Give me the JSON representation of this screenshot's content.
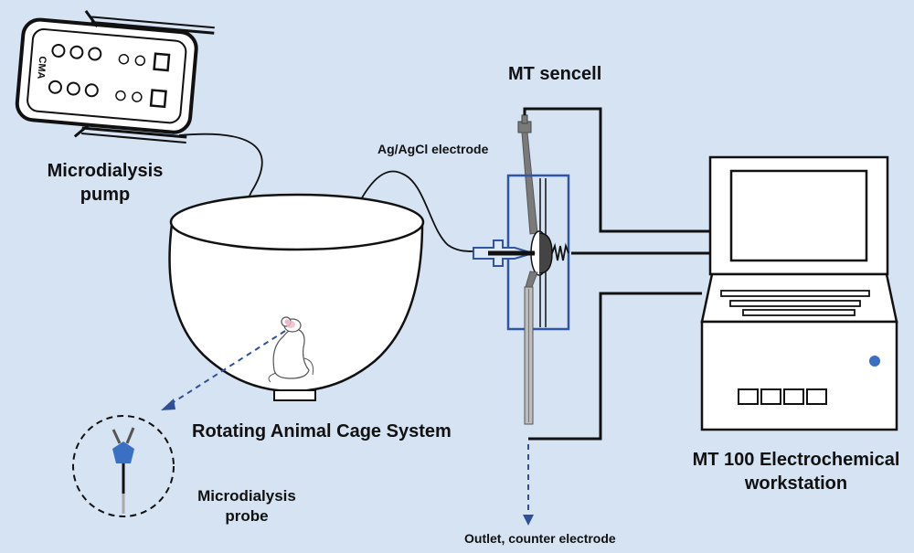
{
  "labels": {
    "pump": [
      "Microdialysis",
      "pump"
    ],
    "cage": "Rotating Animal Cage System",
    "probe": [
      "Microdialysis",
      "probe"
    ],
    "sencell": "MT sencell",
    "electrode": "Ag/AgCl electrode",
    "outlet": "Outlet, counter electrode",
    "workstation": [
      "MT 100 Electrochemical",
      "workstation"
    ],
    "pump_brand": "CMA"
  },
  "colors": {
    "background": "#d6e3f3",
    "line": "#111111",
    "accent_blue": "#2f55a4",
    "probe_blue": "#3a6fc4",
    "dashed_arrow": "#2f4f96",
    "sencell_gray": "#7a7a7a",
    "mouse_nose": "#f3b6c8"
  },
  "icons": [
    "pump-icon",
    "cage-icon",
    "mouse-icon",
    "probe-icon",
    "sencell-icon",
    "computer-icon",
    "workstation-icon"
  ]
}
